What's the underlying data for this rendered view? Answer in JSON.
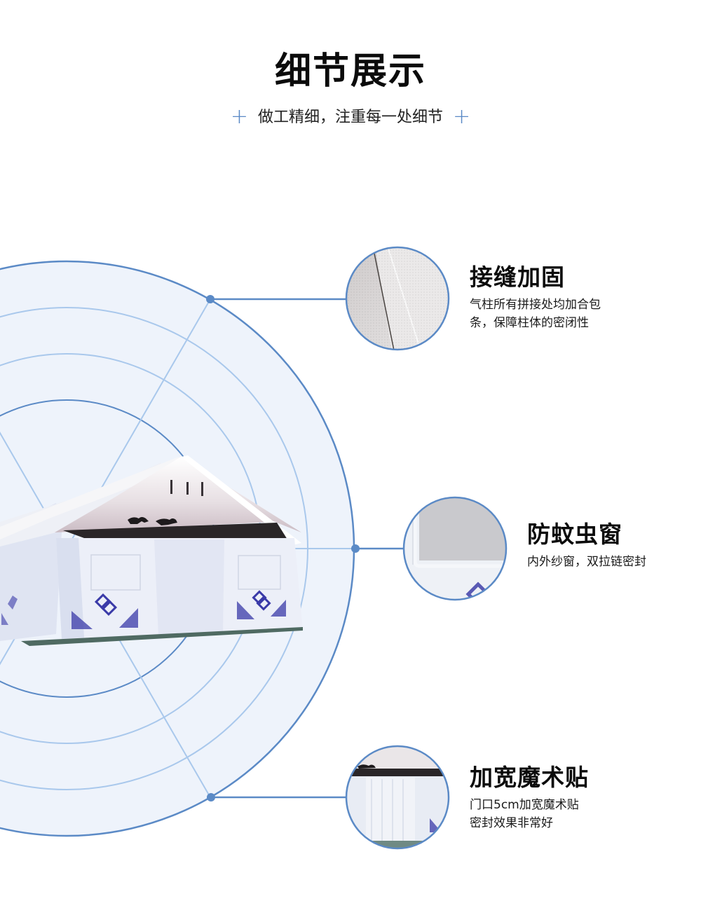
{
  "header": {
    "title": "细节展示",
    "subtitle": "做工精细，注重每一处细节",
    "decor_left": "+",
    "decor_right": "+"
  },
  "colors": {
    "accent": "#5b8ac6",
    "ring_light": "#a9c8ec",
    "fill": "#eef3fb",
    "text": "#111111"
  },
  "features": [
    {
      "icon": "seam-closeup-photo",
      "title": "接缝加固",
      "desc_lines": [
        "气柱所有拼接处均加合包",
        "条，保障柱体的密闭性"
      ]
    },
    {
      "icon": "mosquito-window-photo",
      "title": "防蚊虫窗",
      "desc_lines": [
        "内外纱窗，双拉链密封"
      ]
    },
    {
      "icon": "velcro-door-photo",
      "title": "加宽魔术贴",
      "desc_lines": [
        "门口5cm加宽魔术贴",
        "密封效果非常好"
      ]
    }
  ],
  "product_image": "inflatable-white-tent-photo"
}
